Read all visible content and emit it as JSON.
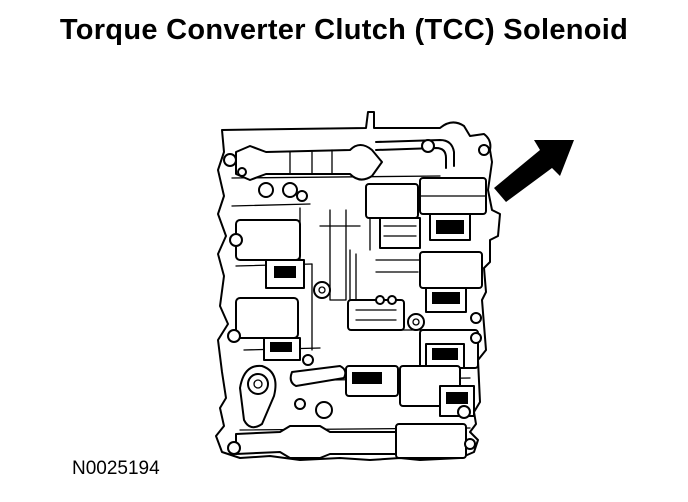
{
  "title": "Torque Converter Clutch (TCC) Solenoid",
  "figure_id": "N0025194",
  "colors": {
    "line": "#000000",
    "background": "#ffffff"
  },
  "callout": {
    "target": "TCC solenoid",
    "icon": "callout-arrow-icon"
  }
}
